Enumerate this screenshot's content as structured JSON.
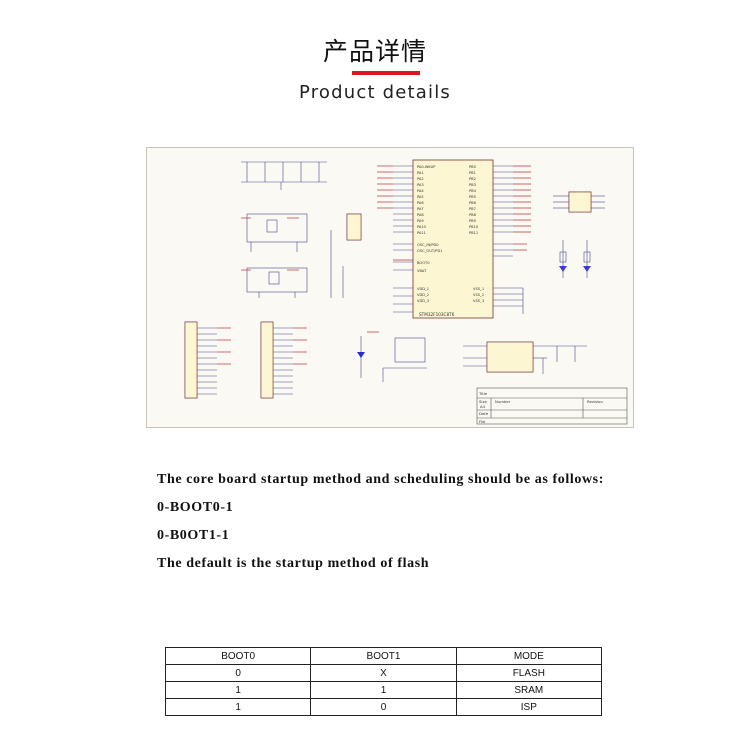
{
  "header": {
    "title_cn": "产品详情",
    "title_en": "Product details",
    "accent_color": "#e0141c"
  },
  "schematic": {
    "chip_label": "STM32F103C8T6",
    "title_block": {
      "title_label": "Title",
      "size_label": "Size",
      "size_value": "A4",
      "number_label": "Number",
      "revision_label": "Revision",
      "date_label": "Date",
      "file_label": "File"
    }
  },
  "description": {
    "line1": "The core board startup method and scheduling should be as follows:",
    "line2": "0-BOOT0-1",
    "line3": "0-B0OT1-1",
    "line4": "The default is the startup method of flash"
  },
  "boot_table": {
    "headers": [
      "BOOT0",
      "BOOT1",
      "MODE"
    ],
    "rows": [
      [
        "0",
        "X",
        "FLASH"
      ],
      [
        "1",
        "1",
        "SRAM"
      ],
      [
        "1",
        "0",
        "ISP"
      ]
    ]
  }
}
